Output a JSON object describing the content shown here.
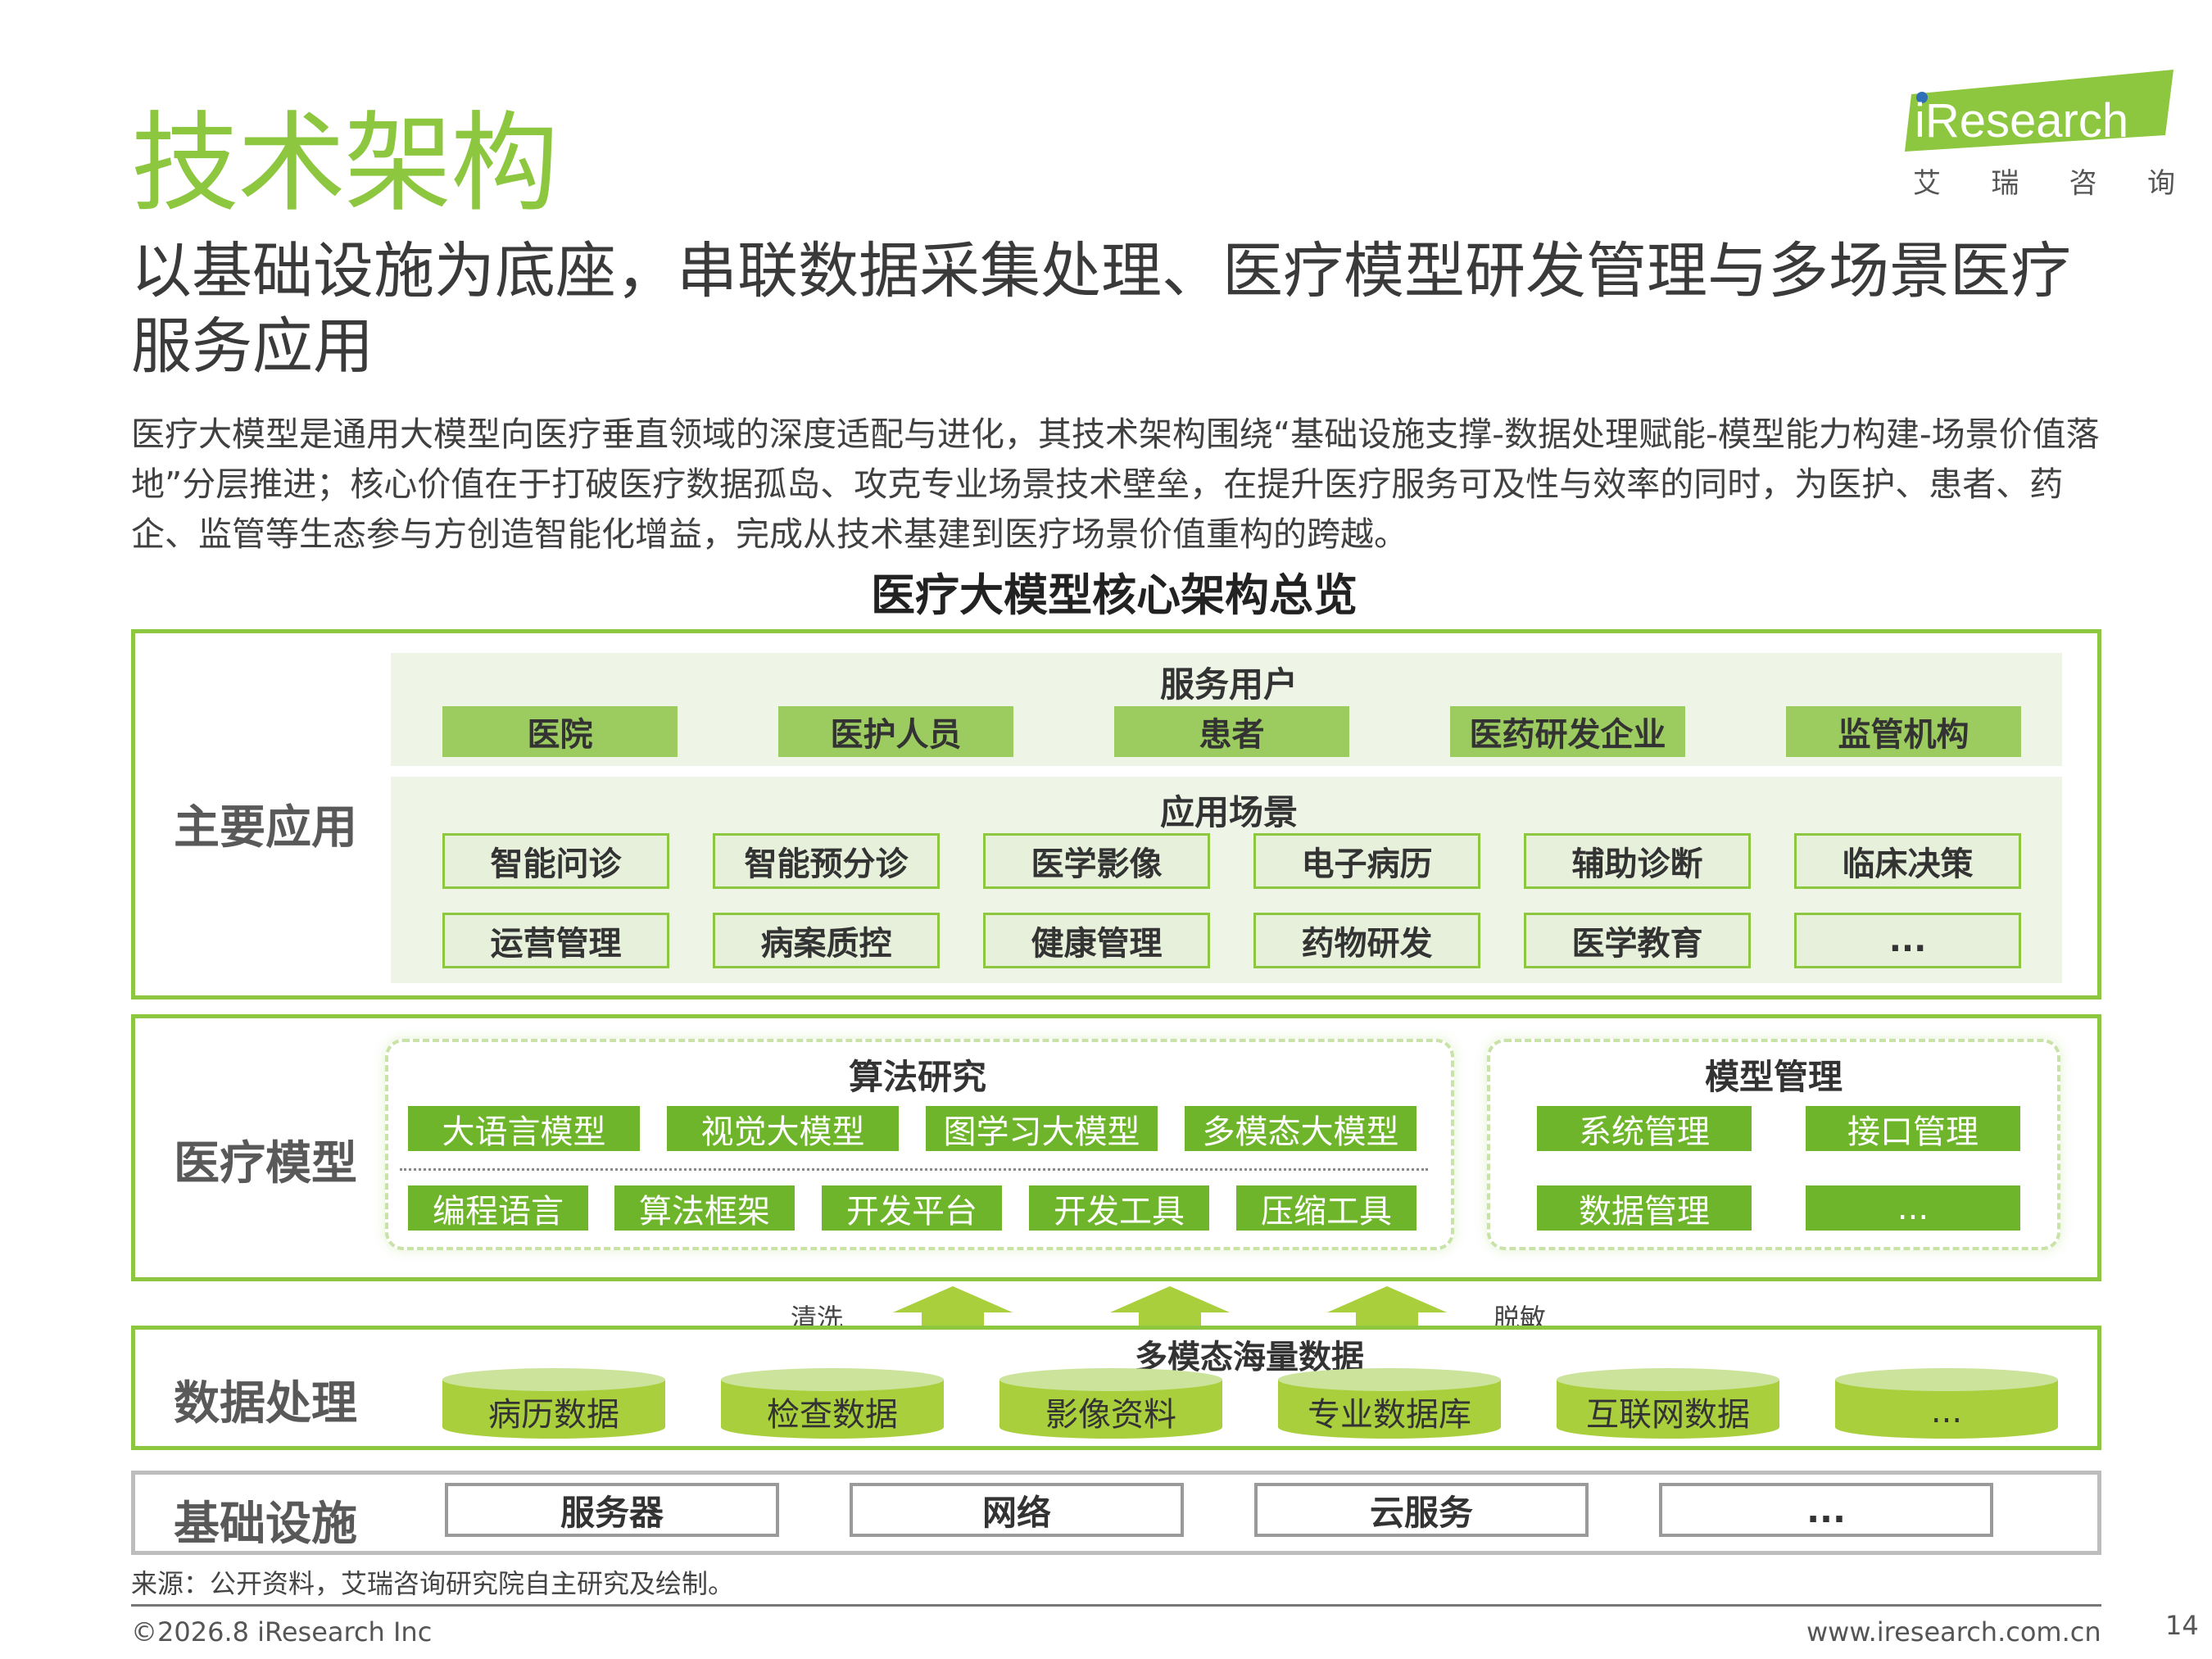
{
  "title": "技术架构",
  "subtitle": "以基础设施为底座，串联数据采集处理、医疗模型研发管理与多场景医疗服务应用",
  "description": "医疗大模型是通用大模型向医疗垂直领域的深度适配与进化，其技术架构围绕“基础设施支撑-数据处理赋能-模型能力构建-场景价值落地”分层推进；核心价值在于打破医疗数据孤岛、攻克专业场景技术壁垒，在提升医疗服务可及性与效率的同时，为医护、患者、药企、监管等生态参与方创造智能化增益，完成从技术基建到医疗场景价值重构的跨越。",
  "logo": {
    "text": "iResearch",
    "sub": [
      "艾",
      "瑞",
      "咨",
      "询"
    ]
  },
  "diagram_title": "医疗大模型核心架构总览",
  "application_layer": {
    "label": "主要应用",
    "users_title": "服务用户",
    "users": [
      "医院",
      "医护人员",
      "患者",
      "医药研发企业",
      "监管机构"
    ],
    "scenes_title": "应用场景",
    "scenes_row1": [
      "智能问诊",
      "智能预分诊",
      "医学影像",
      "电子病历",
      "辅助诊断",
      "临床决策"
    ],
    "scenes_row2": [
      "运营管理",
      "病案质控",
      "健康管理",
      "药物研发",
      "医学教育",
      "..."
    ]
  },
  "model_layer": {
    "label": "医疗模型",
    "algo_title": "算法研究",
    "algo_row1": [
      "大语言模型",
      "视觉大模型",
      "图学习大模型",
      "多模态大模型"
    ],
    "algo_row2": [
      "编程语言",
      "算法框架",
      "开发平台",
      "开发工具",
      "压缩工具"
    ],
    "mgmt_title": "模型管理",
    "mgmt_items": [
      "系统管理",
      "接口管理",
      "数据管理",
      "..."
    ]
  },
  "arrows": {
    "left_label": "清洗",
    "right_label": "脱敏"
  },
  "data_layer": {
    "label": "数据处理",
    "title": "多模态海量数据",
    "items": [
      "病历数据",
      "检查数据",
      "影像资料",
      "专业数据库",
      "互联网数据",
      "..."
    ]
  },
  "infra_layer": {
    "label": "基础设施",
    "items": [
      "服务器",
      "网络",
      "云服务",
      "..."
    ]
  },
  "source": "来源：公开资料，艾瑞咨询研究院自主研究及绘制。",
  "copyright": "©2026.8 iResearch Inc",
  "website": "www.iresearch.com.cn",
  "page_number": "14",
  "colors": {
    "accent": "#8DC63F",
    "dark_green": "#6FB52C",
    "light_panel": "#EEF5E6"
  }
}
